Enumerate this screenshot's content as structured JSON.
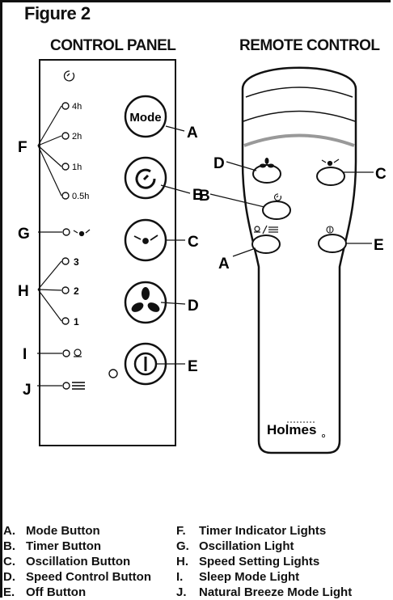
{
  "figure_title": "Figure 2",
  "control_panel": {
    "heading": "CONTROL PANEL",
    "timer_levels": [
      "4h",
      "2h",
      "1h",
      "0.5h"
    ],
    "speed_levels": [
      "3",
      "2",
      "1"
    ],
    "mode_button_label": "Mode",
    "callouts": {
      "F": "F",
      "G": "G",
      "H": "H",
      "I": "I",
      "J": "J",
      "A": "A",
      "B": "B",
      "C": "C",
      "D": "D",
      "E": "E"
    }
  },
  "remote_control": {
    "heading": "REMOTE CONTROL",
    "brand": "Holmes",
    "callouts": {
      "D": "D",
      "C": "C",
      "B": "B",
      "A": "A",
      "E": "E"
    }
  },
  "legend_left": [
    {
      "key": "A.",
      "text": "Mode Button"
    },
    {
      "key": "B.",
      "text": "Timer Button"
    },
    {
      "key": "C.",
      "text": "Oscillation Button"
    },
    {
      "key": "D.",
      "text": "Speed Control Button"
    },
    {
      "key": "E.",
      "text": "Off Button"
    }
  ],
  "legend_right": [
    {
      "key": "F.",
      "text": "Timer Indicator Lights"
    },
    {
      "key": "G.",
      "text": "Oscillation Light"
    },
    {
      "key": "H.",
      "text": "Speed Setting Lights"
    },
    {
      "key": "I.",
      "text": "Sleep Mode Light"
    },
    {
      "key": "J.",
      "text": "Natural Breeze Mode Light"
    }
  ]
}
